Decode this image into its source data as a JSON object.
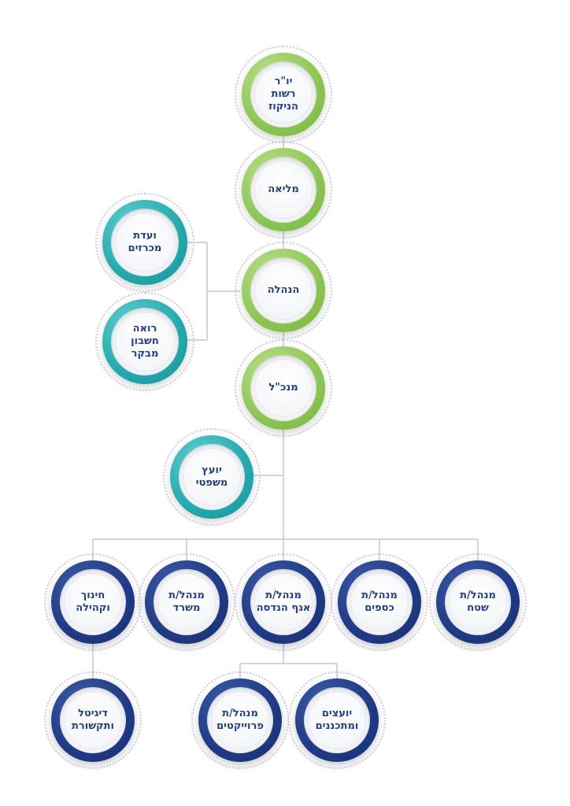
{
  "colors": {
    "green": "#8cc652",
    "teal": "#23a9ad",
    "navy": "#1f3a86",
    "text": "#1f3f8f",
    "line": "#c4c7cf"
  },
  "nodes": {
    "chairman": "יו\"ר\nרשות\nהניקוז",
    "plenary": "מליאה",
    "management": "הנהלה",
    "ceo": "מנכ\"ל",
    "tenders_committee": "ועדת\nמכרזים",
    "auditor": "רואה\nחשבון\nמבקר",
    "legal_advisor": "יועץ\nמשפטי",
    "education_community": "חינוך\nוקהילה",
    "office_manager": "מנהל/ת\nמשרד",
    "engineering_manager": "מנהל/ת\nאגף הנדסה",
    "finance_manager": "מנהל/ת\nכספים",
    "field_manager": "מנהל/ת\nשטח",
    "digital_communications": "דיגיטל\nותקשורת",
    "projects_manager": "מנהל/ת\nפרוייקטים",
    "consultants_planners": "יועצים\nומתכננים"
  }
}
